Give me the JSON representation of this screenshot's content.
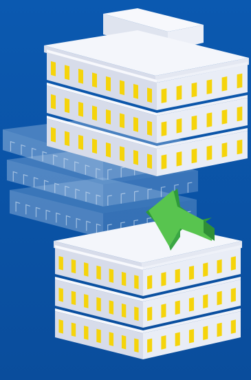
{
  "illustration": {
    "icon_name": "building-migration-icon",
    "elements": [
      "tall-white-building",
      "ghost-building-layers",
      "short-white-building",
      "green-arrow"
    ],
    "colors": {
      "background": "#0a54a8",
      "background_light": "#1466c0",
      "building_top": "#f4f6fb",
      "building_left": "#d7dcea",
      "building_right": "#e9edf6",
      "window": "#f5d40b",
      "arrow": "#55c24f",
      "arrow_dark": "#2f9a3a"
    }
  }
}
